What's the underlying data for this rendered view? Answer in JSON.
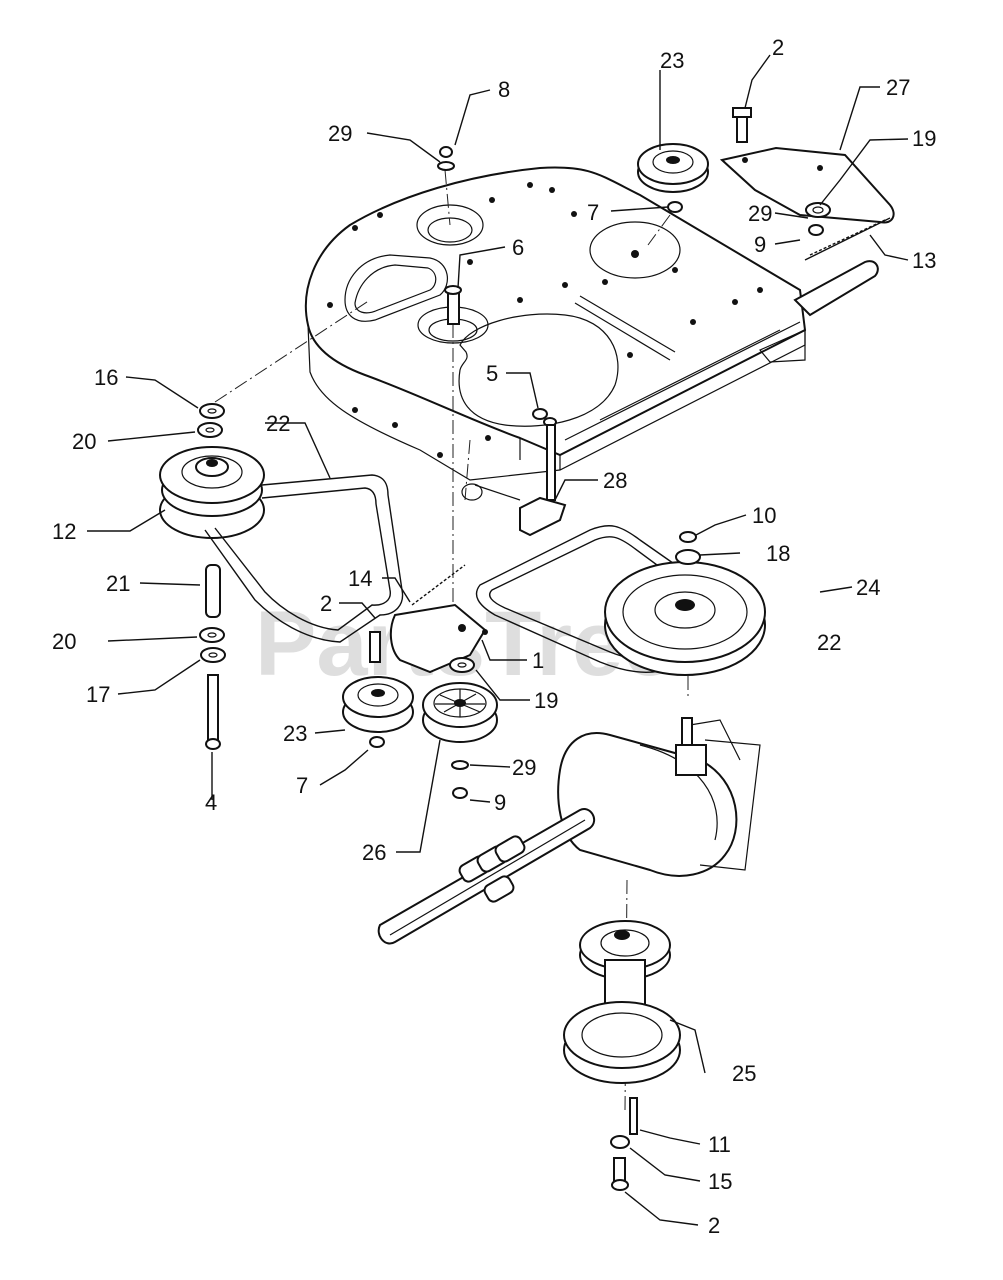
{
  "diagram": {
    "watermark": "PartsTree",
    "callouts": [
      {
        "id": "c2a",
        "text": "2"
      },
      {
        "id": "c23a",
        "text": "23"
      },
      {
        "id": "c27",
        "text": "27"
      },
      {
        "id": "c19a",
        "text": "19"
      },
      {
        "id": "c8",
        "text": "8"
      },
      {
        "id": "c29a",
        "text": "29"
      },
      {
        "id": "c7a",
        "text": "7"
      },
      {
        "id": "c29b",
        "text": "29"
      },
      {
        "id": "c9a",
        "text": "9"
      },
      {
        "id": "c13",
        "text": "13"
      },
      {
        "id": "c6",
        "text": "6"
      },
      {
        "id": "c16",
        "text": "16"
      },
      {
        "id": "c5",
        "text": "5"
      },
      {
        "id": "c20a",
        "text": "20"
      },
      {
        "id": "c22a",
        "text": "22"
      },
      {
        "id": "c28",
        "text": "28"
      },
      {
        "id": "c12",
        "text": "12"
      },
      {
        "id": "c10",
        "text": "10"
      },
      {
        "id": "c18",
        "text": "18"
      },
      {
        "id": "c21",
        "text": "21"
      },
      {
        "id": "c14",
        "text": "14"
      },
      {
        "id": "c24",
        "text": "24"
      },
      {
        "id": "c2b",
        "text": "2"
      },
      {
        "id": "c20b",
        "text": "20"
      },
      {
        "id": "c22b",
        "text": "22"
      },
      {
        "id": "c1",
        "text": "1"
      },
      {
        "id": "c17",
        "text": "17"
      },
      {
        "id": "c19b",
        "text": "19"
      },
      {
        "id": "c23b",
        "text": "23"
      },
      {
        "id": "c29c",
        "text": "29"
      },
      {
        "id": "c7b",
        "text": "7"
      },
      {
        "id": "c9b",
        "text": "9"
      },
      {
        "id": "c4",
        "text": "4"
      },
      {
        "id": "c26",
        "text": "26"
      },
      {
        "id": "c25",
        "text": "25"
      },
      {
        "id": "c11",
        "text": "11"
      },
      {
        "id": "c15",
        "text": "15"
      },
      {
        "id": "c2c",
        "text": "2"
      }
    ]
  }
}
